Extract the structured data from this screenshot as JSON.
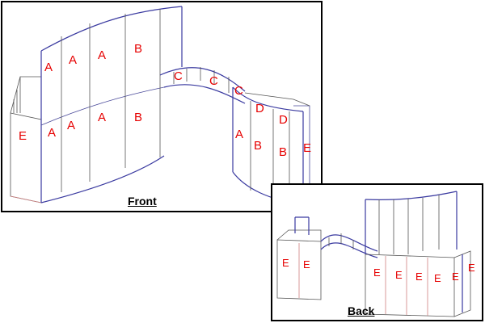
{
  "front": {
    "caption": "Front",
    "labels": {
      "a1": "A",
      "a2": "A",
      "a3": "A",
      "a4": "A",
      "a5": "A",
      "a6": "A",
      "a7": "A",
      "b1": "B",
      "b2": "B",
      "b3": "B",
      "b4": "B",
      "c1": "C",
      "c2": "C",
      "c3": "C",
      "d1": "D",
      "d2": "D",
      "e1": "E",
      "e2": "E"
    }
  },
  "back": {
    "caption": "Back",
    "labels": {
      "e1": "E",
      "e2": "E",
      "e3": "E",
      "e4": "E",
      "e5": "E",
      "e6": "E",
      "e7": "E",
      "e8": "E"
    }
  }
}
